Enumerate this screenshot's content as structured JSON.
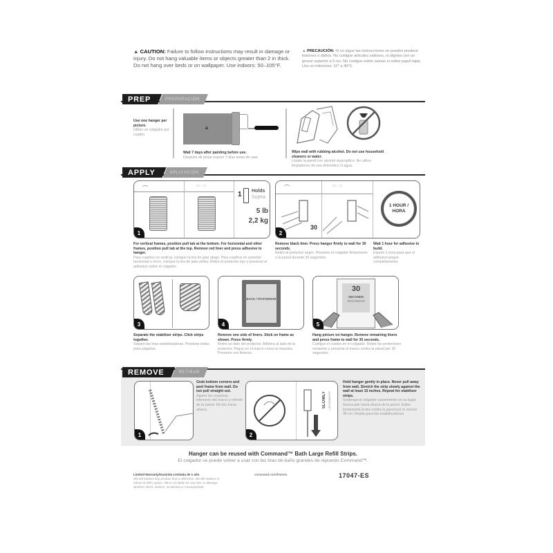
{
  "caution": {
    "en_label": "CAUTION:",
    "en_text": "Failure to follow instructions may result in damage or injury. Do not hang valuable items or objects greater than 2 in thick. Do not hang over beds or on wallpaper. Use indoors: 50–105°F.",
    "es_label": "PRECAUCIÓN:",
    "es_text": "Si no sigue las instrucciones se pueden producir lesiones o daños. No cuelgue artículos valiosos, ni objetos con un grosor superior a 5 cm. No cuelgue sobre camas ni sobre papel tapiz. Use en interiores: 10° a 40°C."
  },
  "prep": {
    "banner_en": "PREP",
    "banner_es": "PREPARACIÓN",
    "tip_en": "Use one hanger per picture.",
    "tip_es": "Utilice un colgador por cuadro.",
    "paint_en": "Wait 7 days after painting before use.",
    "paint_es": "Después de pintar espere 7 días antes de usar.",
    "wipe_en": "Wipe wall with rubbing alcohol. Do not use household cleaners or water.",
    "wipe_es": "Limpie la pared con alcohol isopropílico. No utilice limpiadores de uso doméstico ni agua."
  },
  "apply": {
    "banner_en": "APPLY",
    "banner_es": "APLICACIÓN",
    "capacity": {
      "count": "1",
      "holds_en": "Holds",
      "holds_es": "Sujeta",
      "weight_lb": "5 lb",
      "weight_kg": "2,2 kg"
    },
    "steps": [
      {
        "num": "1",
        "en": "For vertical frames, position pull tab at the bottom. For horizontal and other frames, position pull tab at the top. Remove red liner and press adhesive to hanger.",
        "es": "Para cuadros en vertical, coloque la tira de jalar abajo. Para cuadros en posición horizontal u otros, coloque la tira de jalar arriba. Retire el protector rojo y presione el adhesivo sobre el colgador."
      },
      {
        "num": "2",
        "en": "Remove black liner. Press hanger firmly to wall for 30 seconds.",
        "es": "Retire el protector negro. Presione el colgador firmemente a la pared durante 30 segundos.",
        "badge": "30"
      },
      {
        "wait_en": "Wait 1 hour for adhesive to build.",
        "wait_es": "Espere 1 hora para que el adhesivo pegue completamente.",
        "clock_label": "1 HOUR / HORA"
      },
      {
        "num": "3",
        "en": "Separate the stabilizer strips. Click strips together.",
        "es": "Separe las tiras estabilizadoras. Presione todas para pegarlas."
      },
      {
        "num": "4",
        "en": "Remove one side of liners. Stick on frame as shown. Press firmly.",
        "es": "Retire un lado del protector. Adhiera al lado de la protector. Pegue en el marco como se muestra. Presione con firmeza.",
        "frame_label": "BACK / POSTERIOR"
      },
      {
        "num": "5",
        "en": "Hang picture on hanger. Remove remaining liners and press frame to wall for 30 seconds.",
        "es": "Cuelgue el cuadro en el colgador. Retire los protectores restantes y presione el marco contra la pared por 30 segundos.",
        "badge_num": "30",
        "badge_en": "SECONDS",
        "badge_es": "SEGUNDOS"
      }
    ]
  },
  "remove": {
    "banner_en": "REMOVE",
    "banner_es": "RETIRAR",
    "step1": {
      "num": "1",
      "en": "Grab bottom corners and peel frame from wall. Do not pull straight out.",
      "es": "Agarre las esquinas inferiores del marco y retírelo de la pared. No tire hacia afuera."
    },
    "step2": {
      "num": "2",
      "slowly_en": "SLOWLY",
      "slowly_es": "LENTAMENTE",
      "en": "Hold hanger gently in place. Never pull away from wall. Stretch the strip slowly against the wall at least 15 inches. Repeat for stabilizer strips.",
      "es": "Sostenga el colgador suavemente en su lugar. Nunca jale hacia afuera de la pared. Estire lentamente la tira contra la pared por lo menos 38 cm. Repita para las estabilizadoras."
    }
  },
  "footer": {
    "reuse_en": "Hanger can be reused with Command™ Bath Large Refill Strips.",
    "reuse_es": "El colgador se puede volver a usar con las tiras de baño grandes de repuesto Command™.",
    "warranty_title": "Limited Warranty/Garantía Limitada de 1 año",
    "warranty_text": "3M will replace any product that is defective. 3M will replace or refund at 3M's option. 3M is not liable for any loss or damage, whether direct, indirect, incidental or consequential.",
    "url": "command.com/frames",
    "sku": "17047-ES"
  }
}
